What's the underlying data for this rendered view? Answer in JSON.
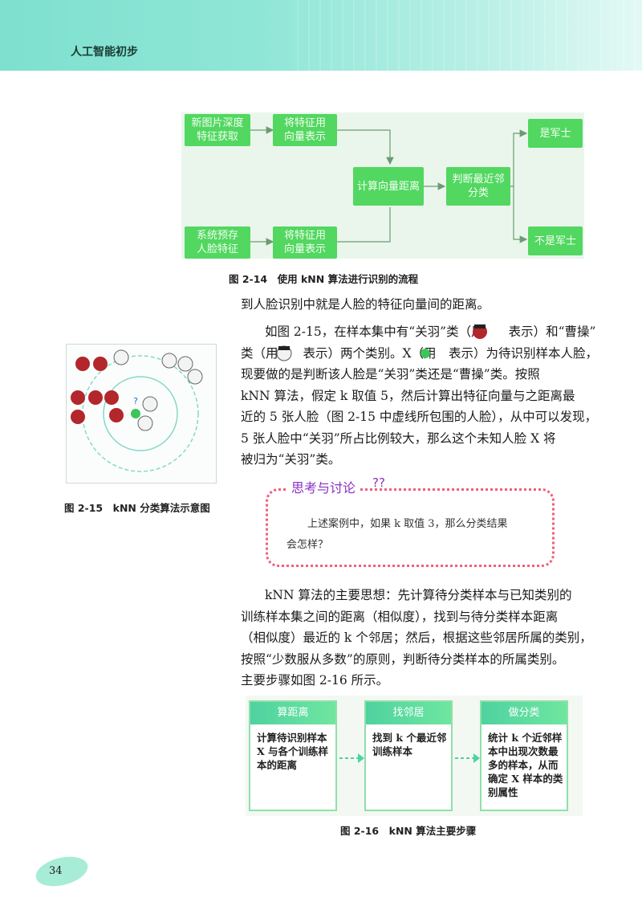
{
  "header": {
    "title": "人工智能初步"
  },
  "fig14": {
    "nodes": {
      "new_image": "新图片深度\n特征获取",
      "to_vector_1": "将特征用\n向量表示",
      "stored_face": "系统预存\n人脸特征",
      "to_vector_2": "将特征用\n向量表示",
      "compute": "计算向量距离",
      "judge": "判断最近邻\n分类",
      "yes": "是军士",
      "no": "不是军士"
    },
    "caption": "图 2-14　使用 kNN 算法进行识别的流程"
  },
  "text1": {
    "line": "到人脸识别中就是人脸的特征向量间的距离。"
  },
  "text2": {
    "lines": [
      "如图 2-15，在样本集中有“关羽”类（用　　表示）和“曹操”",
      "类（用　　表示）两个类别。X（用　表示）为待识别样本人脸，",
      "现要做的是判断该人脸是“关羽”类还是“曹操”类。按照",
      "kNN 算法，假定 k 取值 5，然后计算出特征向量与之距离最",
      "近的 5 张人脸（图 2-15 中虚线所包围的人脸），从中可以发现，",
      "5 张人脸中“关羽”所占比例较大，那么这个未知人脸 X 将",
      "被归为“关羽”类。"
    ]
  },
  "fig15": {
    "caption": "图 2-15　kNN 分类算法示意图",
    "unknown_mark": "?"
  },
  "think": {
    "title": "思考与讨论",
    "q_mark": "??",
    "body": [
      "　　上述案例中，如果 k 取值 3，那么分类结果",
      "会怎样？"
    ]
  },
  "text3": {
    "lines": [
      "kNN 算法的主要思想：先计算待分类样本与已知类别的",
      "训练样本集之间的距离（相似度），找到与待分类样本距离",
      "（相似度）最近的 k 个邻居；然后，根据这些邻居所属的类别，",
      "按照“少数服从多数”的原则，判断待分类样本的所属类别。",
      "主要步骤如图 2-16 所示。"
    ]
  },
  "fig16": {
    "steps": [
      {
        "head": "算距离",
        "body": "计算待识别样本\nX 与各个训练样\n本的距离"
      },
      {
        "head": "找邻居",
        "body": "找到 k 个最近邻\n训练样本"
      },
      {
        "head": "做分类",
        "body": "统计 k 个近邻样\n本中出现次数最\n多的样本，从而\n确定 X 样本的类\n别属性"
      }
    ],
    "caption": "图 2-16　kNN 算法主要步骤"
  },
  "footer": {
    "page_number": "34"
  },
  "colors": {
    "accent_green": "#52d760",
    "header_teal": "#7ee0cf",
    "think_border": "#f05f7a",
    "think_title": "#8b2fc4",
    "guanyu_red": "#b3262b"
  }
}
